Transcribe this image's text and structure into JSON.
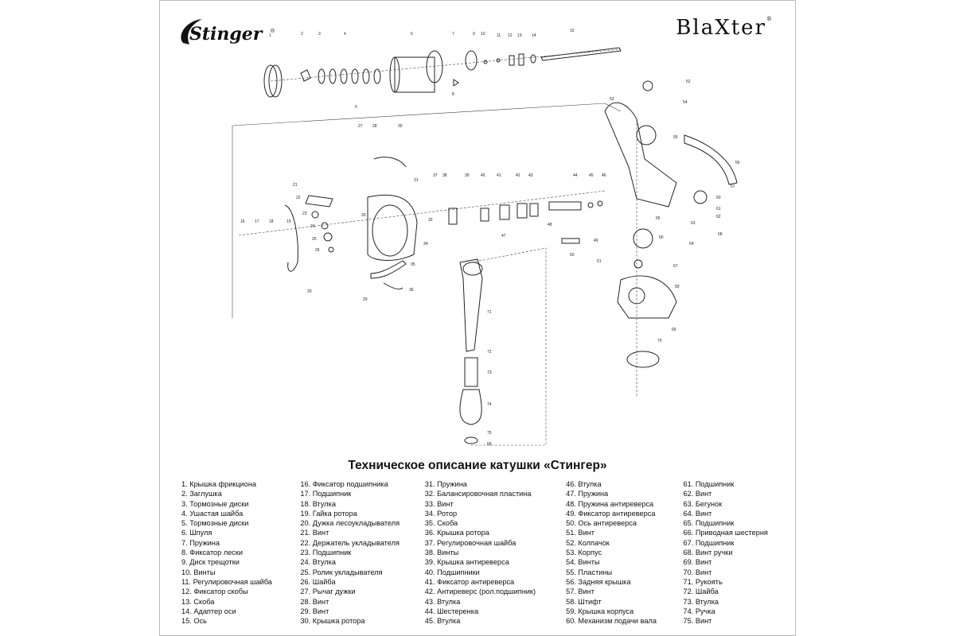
{
  "logos": {
    "left": "Stinger",
    "right": "BlaXter",
    "reg_mark": "®"
  },
  "title": "Техническое описание катушки «Стингер»",
  "callouts": [
    "1",
    "2",
    "3",
    "4",
    "5",
    "6",
    "7",
    "8",
    "9",
    "10",
    "11",
    "12",
    "13",
    "14",
    "15",
    "16",
    "17",
    "18",
    "19",
    "20",
    "21",
    "22",
    "23",
    "24",
    "25",
    "26",
    "27",
    "28",
    "29",
    "30",
    "31",
    "32",
    "33",
    "34",
    "35",
    "36",
    "37",
    "38",
    "39",
    "40",
    "41",
    "42",
    "43",
    "44",
    "45",
    "46",
    "47",
    "48",
    "49",
    "50",
    "51",
    "52",
    "53",
    "54",
    "55",
    "56",
    "57",
    "58",
    "59",
    "60",
    "61",
    "62",
    "63",
    "64",
    "65",
    "66",
    "67",
    "68",
    "69",
    "70",
    "71",
    "72",
    "73",
    "74",
    "75"
  ],
  "parts_columns": [
    [
      "1. Крышка фрикциона",
      "2. Заглушка",
      "3. Тормозные диски",
      "4. Ушастая шайба",
      "5. Тормозные диски",
      "6. Шпуля",
      "7. Пружина",
      "8. Фиксатор лески",
      "9. Диск трещотки",
      "10. Винты",
      "11. Регулировочная шайба",
      "12. Фиксатор скобы",
      "13. Скоба",
      "14. Адаптер оси",
      "15. Ось"
    ],
    [
      "16. Фиксатор подшипника",
      "17. Подшипник",
      "18. Втулка",
      "19. Гайка ротора",
      "20. Дужка лесоукладывателя",
      "21. Винт",
      "22. Держатель укладывателя",
      "23. Подшипник",
      "24. Втулка",
      "25. Ролик укладывателя",
      "26. Шайба",
      "27. Рычаг дужки",
      "28. Винт",
      "29. Винт",
      "30. Крышка ротора"
    ],
    [
      "31. Пружина",
      "32. Балансировочная пластина",
      "33. Винт",
      "34. Ротор",
      "35. Скоба",
      "36. Крышка ротора",
      "37. Регулировочная шайба",
      "38. Винты",
      "39. Крышка антиреверса",
      "40. Подшипники",
      "41. Фиксатор антиреверса",
      "42. Антиреверс (рол.подшипник)",
      "43. Втулка",
      "44. Шестеренка",
      "45. Втулка"
    ],
    [
      "46. Втулка",
      "47. Пружина",
      "48. Пружина антиреверса",
      "49. Фиксатор антиреверса",
      "50. Ось антиреверса",
      "51. Винт",
      "52. Колпачок",
      "53. Корпус",
      "54. Винты",
      "55. Пластины",
      "56. Задняя крышка",
      "57. Винт",
      "58. Штифт",
      "59. Крышка корпуса",
      "60. Механизм подачи вала"
    ],
    [
      "61. Подшипник",
      "62. Винт",
      "63. Бегунок",
      "64. Винт",
      "65. Подшипник",
      "66. Приводная шестерня",
      "67. Подшипник",
      "68. Винт ручки",
      "69. Винт",
      "70. Винт",
      "71. Рукоять",
      "72. Шайба",
      "73. Втулка",
      "74. Ручка",
      "75. Винт"
    ]
  ]
}
